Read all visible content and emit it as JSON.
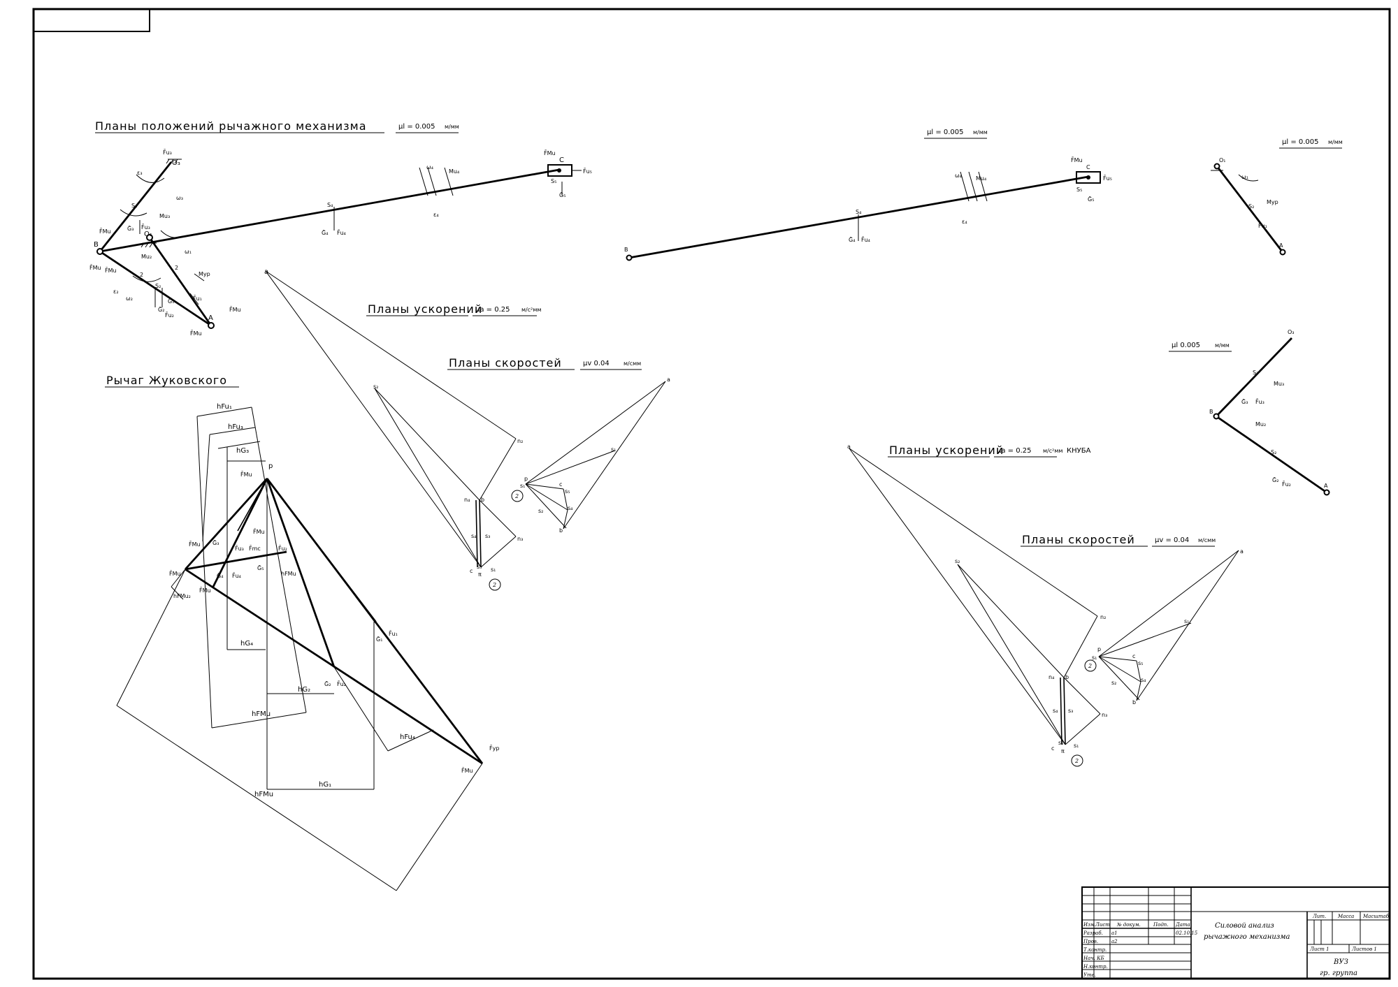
{
  "titles": {
    "position_plans": "Планы положений рычажного механизма",
    "zhukovsky_lever": "Рычаг Жуковского",
    "accel_plans": "Планы ускорений",
    "velocity_plans": "Планы скоростей",
    "accel_plans_2": "Планы ускорений",
    "velocity_plans_2": "Планы скоростей",
    "kinuba": "КНУБА"
  },
  "scales": {
    "mu_l": "μl = 0.005",
    "mu_l_unit": "м/мм",
    "mu_l_2": "μl = 0.005",
    "mu_l_3": "μl = 0.005",
    "mu_l_4": "μl 0.005",
    "mu_a": "μa = 0.25",
    "mu_a_unit": "м/с²мм",
    "mu_a_2": "μa = 0.25",
    "mu_v": "μv 0.04",
    "mu_v_unit": "м/смм",
    "mu_v_2": "μv = 0.04"
  },
  "points": {
    "A": "A",
    "B": "B",
    "C": "C",
    "O1": "O₁",
    "O3": "O₃",
    "S2": "S₂",
    "S3": "S₃",
    "S4": "S₄",
    "S5": "S₅",
    "a": "a",
    "b": "b",
    "c": "c",
    "p": "p",
    "pi": "π",
    "n2": "n₂",
    "n3": "n₃",
    "n4": "n₄",
    "s1": "s₁",
    "s2": "s₂",
    "s3": "s₃",
    "s4": "s₄",
    "s5": "s₅",
    "circle_2": "2"
  },
  "forces": {
    "Fu1": "F̄u₁",
    "Fu2": "F̄u₂",
    "Fu3": "F̄u₃",
    "Fu4": "F̄u₄",
    "Fu5": "F̄u₅",
    "G1": "Ḡ₁",
    "G2": "Ḡ₂",
    "G3": "Ḡ₃",
    "G4": "Ḡ₄",
    "G5": "Ḡ₅",
    "Myp": "Mуp",
    "Mu2": "Mu₂",
    "Mu3": "Mu₃",
    "Mu4": "Mu₄",
    "w1": "ω₁",
    "w2": "ω₂",
    "w3": "ω₃",
    "w4": "ω₄",
    "e2": "ε₂",
    "e3": "ε₃",
    "e4": "ε₄",
    "Fyp": "F̄уp",
    "Fmu": "F̄Mu",
    "Fmc": "F̄mc",
    "hFu1": "hFu₁",
    "hFu3": "hFu₃",
    "hFu4": "hFu₄",
    "hG3": "hG₃",
    "hG4": "hG₄",
    "hG2": "hG₂",
    "hG1": "hG₁",
    "hFmu": "hFMu",
    "hFmu2": "hFMu₂"
  },
  "title_block": {
    "doc_title_line1": "Силовой анализ",
    "doc_title_line2": "рычажного механизма",
    "org": "ВУЗ",
    "group": "гр. группа",
    "lit": "Лит.",
    "mass": "Масса",
    "scale": "Масштаб",
    "sheet": "Лист 1",
    "sheets": "Листов 1",
    "rows": [
      {
        "role": "Изм.",
        "c2": "Лист",
        "c3": "№ докум.",
        "c4": "Подп.",
        "c5": "Дата"
      },
      {
        "role": "Разраб.",
        "c2": "a1",
        "c3": "",
        "c4": "",
        "c5": "02.10.15"
      },
      {
        "role": "Пров.",
        "c2": "a2",
        "c3": "",
        "c4": "",
        "c5": ""
      },
      {
        "role": "Т.контр.",
        "c2": "",
        "c3": "",
        "c4": "",
        "c5": ""
      },
      {
        "role": "Нач. КБ",
        "c2": "",
        "c3": "",
        "c4": "",
        "c5": ""
      },
      {
        "role": "Н.контр.",
        "c2": "",
        "c3": "",
        "c4": "",
        "c5": ""
      },
      {
        "role": "Утв.",
        "c2": "",
        "c3": "",
        "c4": "",
        "c5": ""
      }
    ]
  }
}
